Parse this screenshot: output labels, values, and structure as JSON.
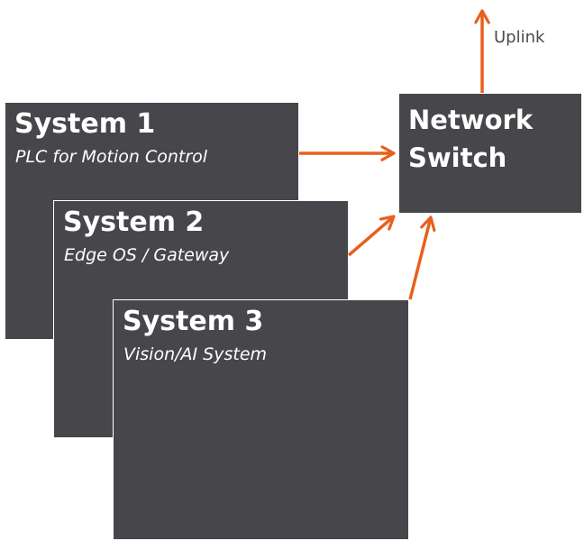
{
  "colors": {
    "box_fill": "#47464a",
    "box_text": "#ffffff",
    "arrow": "#e8601c",
    "uplink_text": "#4a4a4a"
  },
  "systems": [
    {
      "title": "System 1",
      "subtitle": "PLC for Motion Control"
    },
    {
      "title": "System 2",
      "subtitle": "Edge OS / Gateway"
    },
    {
      "title": "System 3",
      "subtitle": "Vision/AI System"
    }
  ],
  "switch": {
    "title": "Network Switch"
  },
  "uplink": {
    "label": "Uplink"
  }
}
